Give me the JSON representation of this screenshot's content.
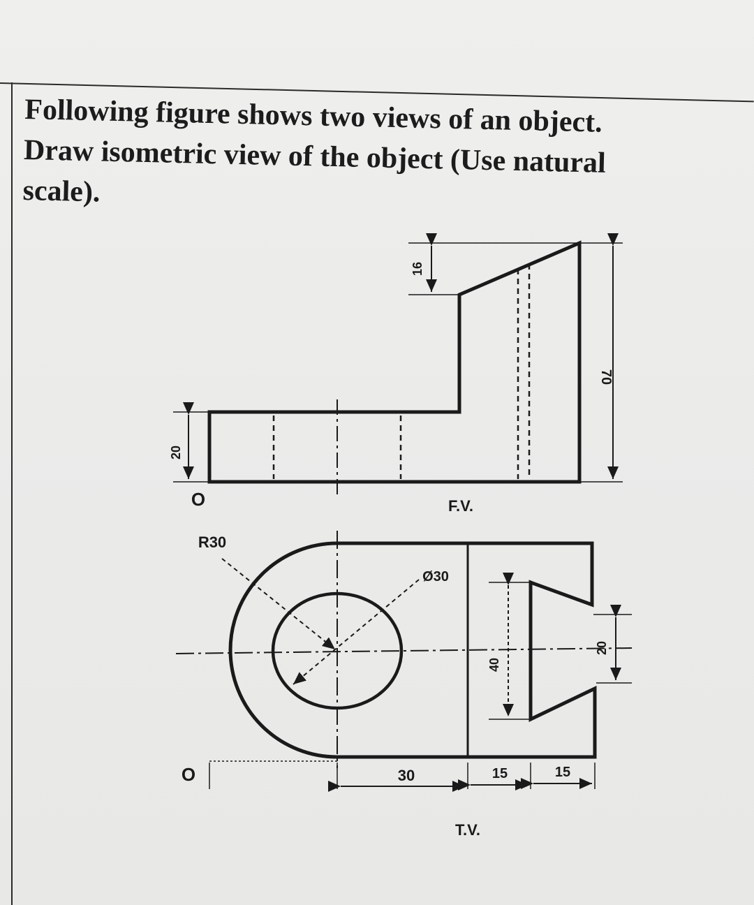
{
  "question": {
    "line1": "Following figure shows two views of an object.",
    "line2": "Draw isometric view of the object (Use natural",
    "line3": "scale)."
  },
  "front_view": {
    "label": "F.V.",
    "dim_height_base": "20",
    "dim_slope_rise": "16",
    "dim_total_height": "70",
    "origin_mark": "O"
  },
  "top_view": {
    "label": "T.V.",
    "radius_label": "R30",
    "hole_label": "Ø30",
    "dim_slot_width": "40",
    "dim_slot_opening": "20",
    "dim_a": "30",
    "dim_b": "15",
    "dim_c": "15",
    "origin_mark": "O"
  }
}
